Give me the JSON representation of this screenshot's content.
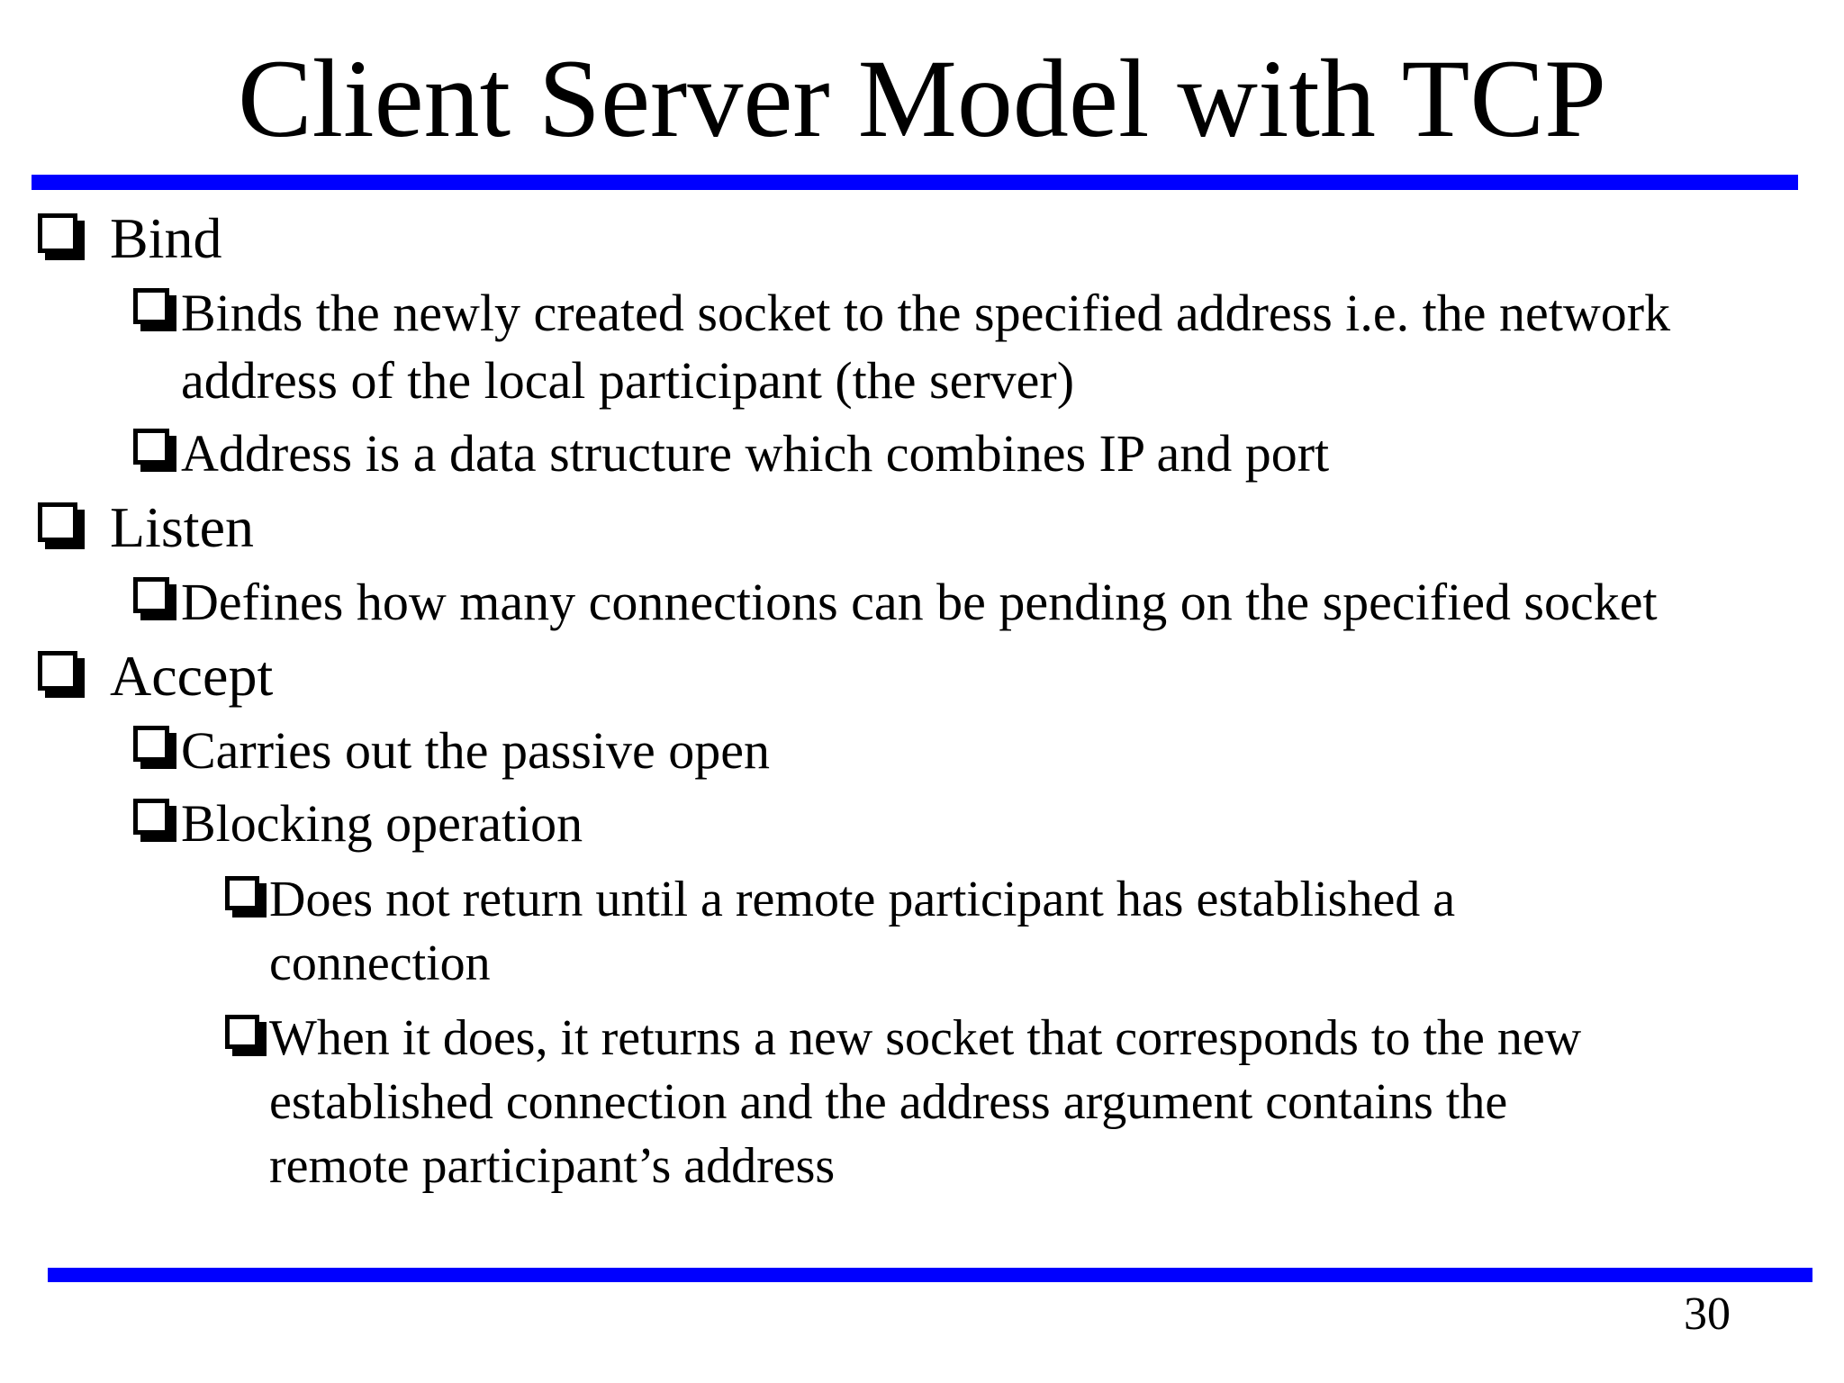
{
  "slide": {
    "title": "Client Server Model with TCP",
    "page_number": "30",
    "accent_color": "#0000FF",
    "bullet_icon": "shadowed-square-bullet-icon"
  },
  "bullets": [
    {
      "level": 1,
      "text": "Bind"
    },
    {
      "level": 2,
      "text": "Binds the newly created socket to the specified address i.e. the network\naddress of the local participant (the server)"
    },
    {
      "level": 2,
      "text": "Address is a data structure which combines IP and port"
    },
    {
      "level": 1,
      "text": "Listen"
    },
    {
      "level": 2,
      "text": "Defines how many connections can be pending on the specified socket"
    },
    {
      "level": 1,
      "text": "Accept"
    },
    {
      "level": 2,
      "text": "Carries out the passive open"
    },
    {
      "level": 2,
      "text": "Blocking operation"
    },
    {
      "level": 3,
      "text": "Does not return until a remote participant has established a\nconnection"
    },
    {
      "level": 3,
      "text": "When it does, it returns a new socket that corresponds to the new\nestablished connection and the address argument contains the\nremote participant’s address"
    }
  ]
}
